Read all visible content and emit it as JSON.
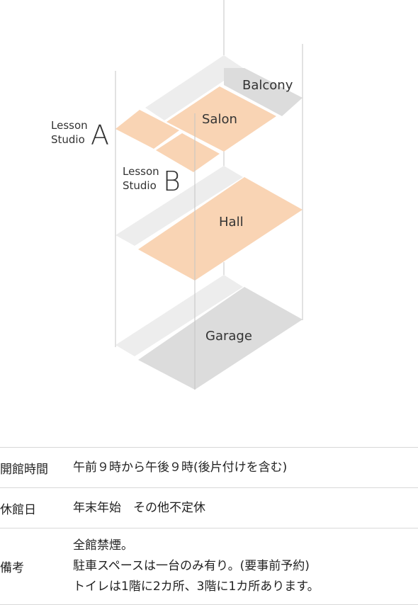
{
  "floors": {
    "balcony": "Balcony",
    "salon": "Salon",
    "lesson_a_word1": "Lesson",
    "lesson_a_word2": "Studio",
    "lesson_a_letter": "A",
    "lesson_b_word1": "Lesson",
    "lesson_b_word2": "Studio",
    "lesson_b_letter": "B",
    "hall": "Hall",
    "garage": "Garage"
  },
  "colors": {
    "room": "#f9d4b4",
    "parking": "#dcdcdc",
    "corridor": "#ededed",
    "line": "#c4c4c4"
  },
  "info": [
    {
      "key": "開館時間",
      "value": [
        "午前９時から午後９時(後片付けを含む)"
      ]
    },
    {
      "key": "休館日",
      "value": [
        "年末年始　その他不定休"
      ]
    },
    {
      "key": "備考",
      "value": [
        "全館禁煙。",
        "駐車スペースは一台のみ有り。(要事前予約)",
        "トイレは1階に2カ所、3階に1カ所あります。"
      ]
    }
  ]
}
